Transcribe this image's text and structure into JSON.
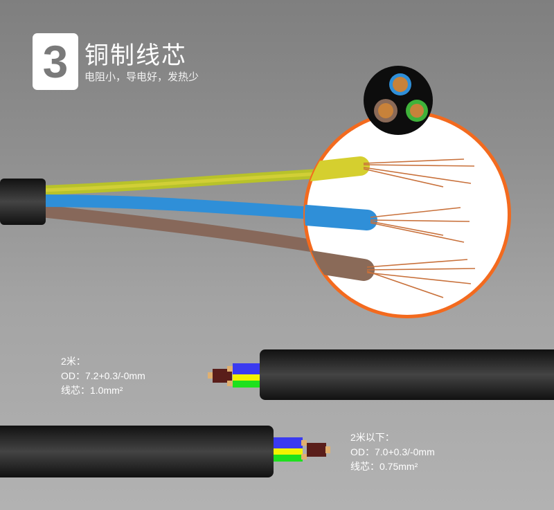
{
  "header": {
    "badge_number": "3",
    "title": "铜制线芯",
    "subtitle": "电阻小，导电好，发热少"
  },
  "specs": [
    {
      "length": "2米：",
      "od": "OD：7.2+0.3/-0mm",
      "core": "线芯：1.0mm²"
    },
    {
      "length": "2米以下：",
      "od": "OD：7.0+0.3/-0mm",
      "core": "线芯：0.75mm²"
    }
  ],
  "colors": {
    "accent_ring": "#f36a1e",
    "wire_blue": "#2f8fd8",
    "wire_brown": "#8a6a58",
    "wire_yellow_green": "#c8cc2a",
    "copper": "#c8703a",
    "cable_jacket": "#1c1c1c"
  }
}
